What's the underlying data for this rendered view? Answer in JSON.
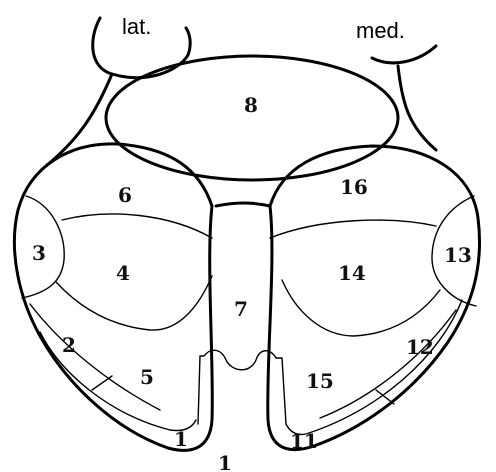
{
  "labels": {
    "lateral": "lat.",
    "medial": "med."
  },
  "regions": {
    "r1": "1",
    "r2": "2",
    "r3": "3",
    "r4": "4",
    "r5": "5",
    "r6": "6",
    "r7": "7",
    "r8": "8",
    "r11": "11",
    "r12": "12",
    "r13": "13",
    "r14": "14",
    "r15": "15",
    "r16": "16"
  },
  "bottom_label": "1"
}
